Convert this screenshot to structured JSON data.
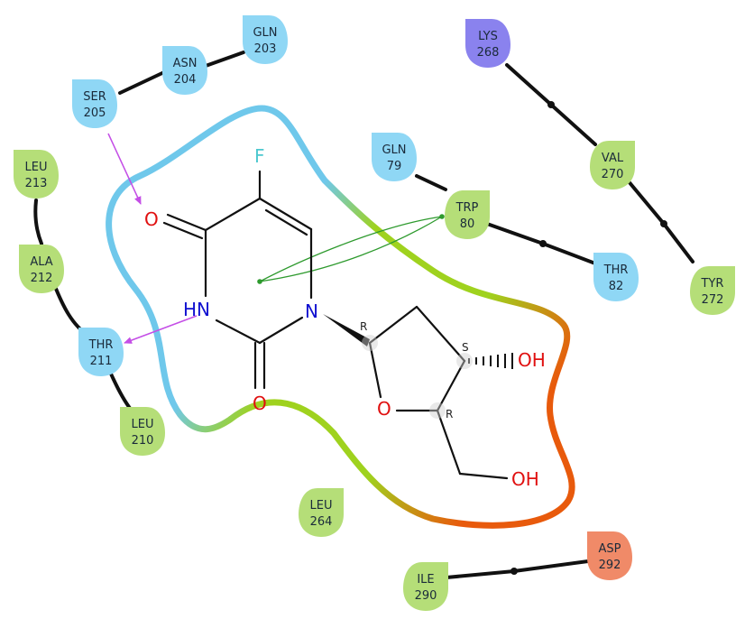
{
  "colors": {
    "polar": "#8fd7f5",
    "hydrophobic": "#b5de78",
    "positive": "#8a82ee",
    "negative": "#f08a68",
    "pocket_blue": "#6fc8eb",
    "pocket_green": "#9fd21e",
    "pocket_orange": "#e85a0c",
    "hbond": "#c44ee6",
    "pi_stack": "#2e9a2e",
    "bond": "#111111",
    "oxygen": "#e01010",
    "nitrogen": "#1010d0",
    "fluorine": "#4cc8cf"
  },
  "residues": [
    {
      "id": "gln203",
      "name": "GLN",
      "num": "203",
      "kind": "polar"
    },
    {
      "id": "asn204",
      "name": "ASN",
      "num": "204",
      "kind": "polar"
    },
    {
      "id": "ser205",
      "name": "SER",
      "num": "205",
      "kind": "polar"
    },
    {
      "id": "leu213",
      "name": "LEU",
      "num": "213",
      "kind": "hydrophobic"
    },
    {
      "id": "ala212",
      "name": "ALA",
      "num": "212",
      "kind": "hydrophobic"
    },
    {
      "id": "thr211",
      "name": "THR",
      "num": "211",
      "kind": "polar"
    },
    {
      "id": "leu210",
      "name": "LEU",
      "num": "210",
      "kind": "hydrophobic"
    },
    {
      "id": "gln79",
      "name": "GLN",
      "num": "79",
      "kind": "polar"
    },
    {
      "id": "trp80",
      "name": "TRP",
      "num": "80",
      "kind": "hydrophobic"
    },
    {
      "id": "thr82",
      "name": "THR",
      "num": "82",
      "kind": "polar"
    },
    {
      "id": "lys268",
      "name": "LYS",
      "num": "268",
      "kind": "positive"
    },
    {
      "id": "val270",
      "name": "VAL",
      "num": "270",
      "kind": "hydrophobic"
    },
    {
      "id": "tyr272",
      "name": "TYR",
      "num": "272",
      "kind": "hydrophobic"
    },
    {
      "id": "leu264",
      "name": "LEU",
      "num": "264",
      "kind": "hydrophobic"
    },
    {
      "id": "ile290",
      "name": "ILE",
      "num": "290",
      "kind": "hydrophobic"
    },
    {
      "id": "asp292",
      "name": "ASP",
      "num": "292",
      "kind": "negative"
    }
  ],
  "atoms": {
    "fluorine": "F",
    "carbonyl_o_top": "O",
    "carbonyl_o_bottom": "O",
    "nh": "HN",
    "n1": "N",
    "ring_o": "O",
    "oh_top": "OH",
    "oh_bottom": "OH"
  },
  "stereo": {
    "c1": "R",
    "c3": "S",
    "c4": "R"
  }
}
